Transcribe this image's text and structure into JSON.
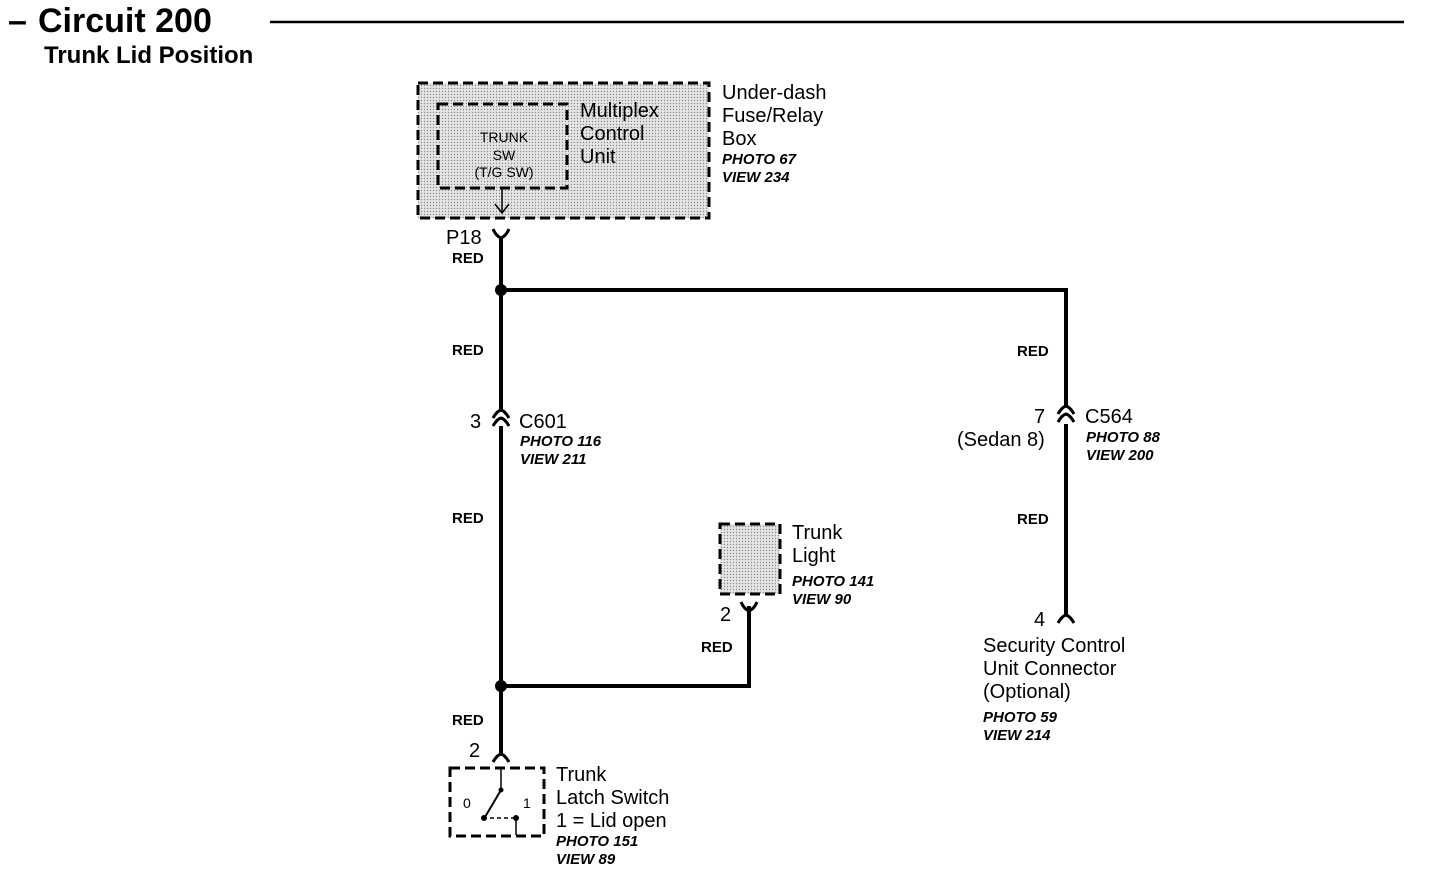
{
  "header": {
    "dash": "–",
    "title": "Circuit 200",
    "subtitle": "Trunk Lid Position"
  },
  "components": {
    "fuse_box": {
      "name_lines": [
        "Under-dash",
        "Fuse/Relay",
        "Box"
      ],
      "photo": "PHOTO 67",
      "view": "VIEW 234"
    },
    "multiplex": {
      "name_lines": [
        "Multiplex",
        "Control",
        "Unit"
      ]
    },
    "trunk_sw": {
      "name_lines": [
        "TRUNK",
        "SW",
        "(T/G SW)"
      ]
    },
    "trunk_light": {
      "name_lines": [
        "Trunk",
        "Light"
      ],
      "photo": "PHOTO 141",
      "view": "VIEW 90",
      "pin": "2"
    },
    "latch_switch": {
      "name_lines": [
        "Trunk",
        "Latch Switch",
        "1 = Lid open"
      ],
      "photo": "PHOTO 151",
      "view": "VIEW 89",
      "pin": "2",
      "pos_0": "0",
      "pos_1": "1"
    },
    "security_unit": {
      "name_lines": [
        "Security Control",
        "Unit Connector",
        "(Optional)"
      ],
      "photo": "PHOTO 59",
      "view": "VIEW 214",
      "pin": "4"
    }
  },
  "connectors": {
    "p18": {
      "name": "P18"
    },
    "c601": {
      "name": "C601",
      "pin": "3",
      "photo": "PHOTO 116",
      "view": "VIEW 211"
    },
    "c564": {
      "name": "C564",
      "pin": "7",
      "pin_note": "(Sedan 8)",
      "photo": "PHOTO 88",
      "view": "VIEW 200"
    }
  },
  "wires": {
    "p18_down": "RED",
    "left_upper": "RED",
    "left_middle": "RED",
    "left_lower": "RED",
    "right_upper": "RED",
    "right_lower": "RED",
    "light_branch": "RED"
  },
  "colors": {
    "line": "#000000",
    "component_fill": "#d9d9d9",
    "background": "#ffffff"
  }
}
